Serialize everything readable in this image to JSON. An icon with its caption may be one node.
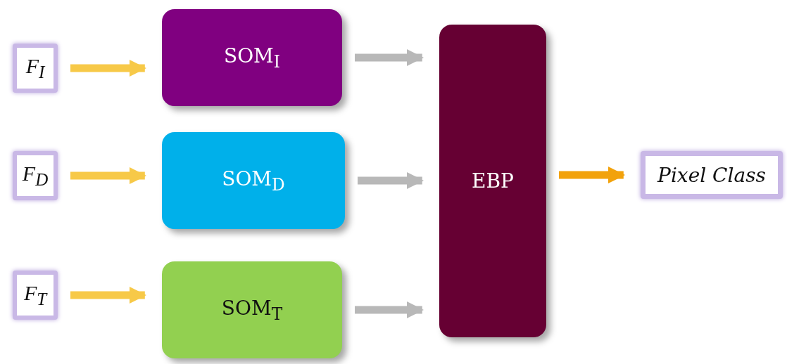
{
  "diagram": {
    "nodes": [
      {
        "text": [
          "F$_{I}$"
        ]
      },
      {
        "text": [
          "SOM$_{I}$"
        ]
      },
      {
        "text": [
          "F$_{D}$"
        ]
      },
      {
        "text": [
          "SOM$_{D}$"
        ]
      },
      {
        "text": [
          "F$_{T}$"
        ]
      },
      {
        "text": [
          "SOM$_{T}$"
        ]
      },
      {
        "text": [
          "EBP"
        ]
      },
      {
        "text": [
          "Pixel Class"
        ]
      }
    ],
    "edges": [
      {
        "from": 0,
        "to": 1,
        "arrow": "to"
      },
      {
        "from": 2,
        "to": 3,
        "arrow": "to"
      },
      {
        "from": 4,
        "to": 5,
        "arrow": "to"
      },
      {
        "from": 1,
        "to": 6,
        "arrow": "to",
        "color": "#b8b8b8"
      },
      {
        "from": 3,
        "to": 6,
        "arrow": "to",
        "color": "#b8b8b8"
      },
      {
        "from": 5,
        "to": 6,
        "arrow": "to",
        "color": "#b8b8b8"
      },
      {
        "from": 6,
        "to": 7,
        "arrow": "to",
        "color": "#f2a20c"
      }
    ]
  }
}
